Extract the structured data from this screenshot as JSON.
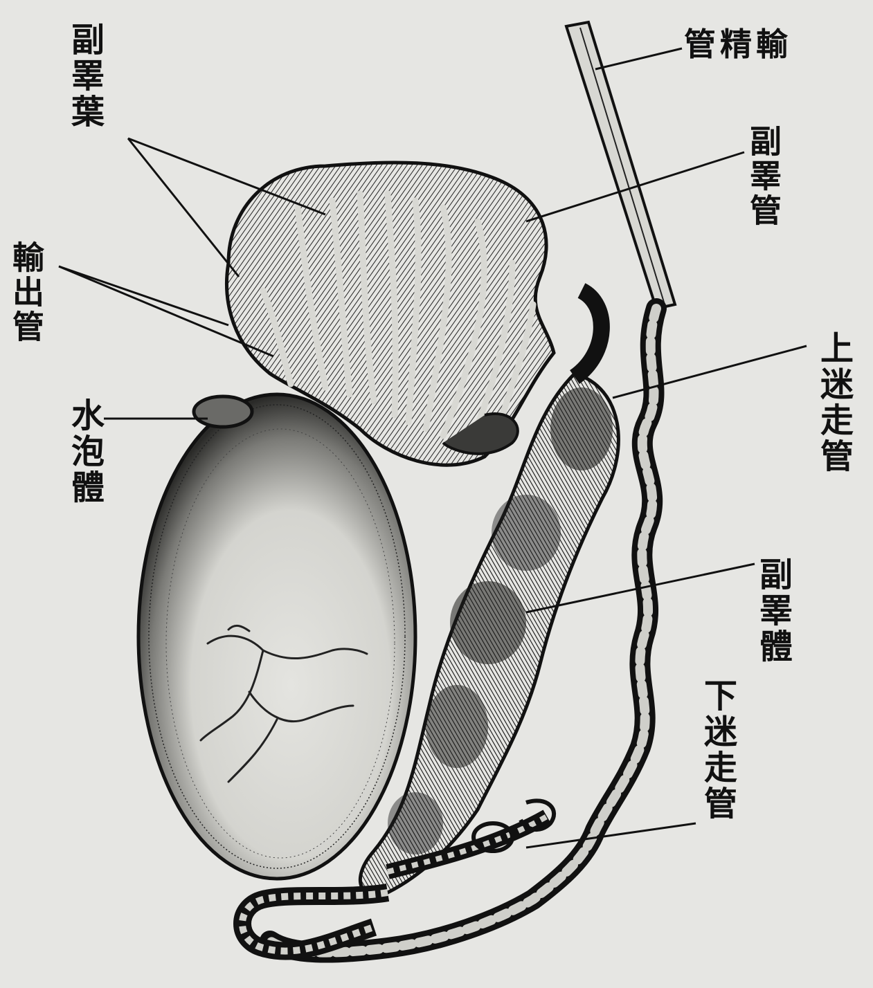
{
  "diagram": {
    "labels": {
      "appendix_of_epididymis": "副睪葉",
      "efferent_ducts": "輸出管",
      "appendix_of_testis": "水泡體",
      "vas_deferens": "管精輸",
      "epididymal_duct": "副睪管",
      "superior_aberrant_ductule": "上迷走管",
      "body_of_epididymis": "副睪體",
      "inferior_aberrant_ductule": "下迷走管"
    },
    "colors": {
      "paper": "#e6e6e3",
      "ink": "#111111"
    }
  }
}
